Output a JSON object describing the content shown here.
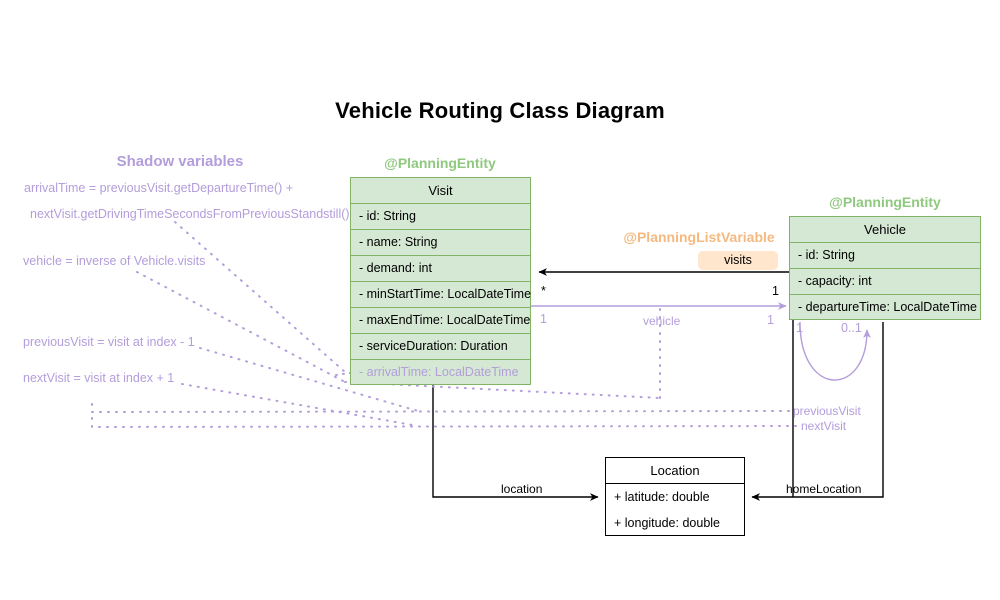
{
  "title": "Vehicle Routing Class Diagram",
  "sections": {
    "shadow_variables_heading": "Shadow variables",
    "planning_entity_visit": "@PlanningEntity",
    "planning_entity_vehicle": "@PlanningEntity",
    "planning_list_variable": "@PlanningListVariable"
  },
  "badges": {
    "visits": "visits"
  },
  "classes": {
    "visit": {
      "name": "Visit",
      "attributes": [
        {
          "text": "- id: String",
          "shadow": false
        },
        {
          "text": "- name: String",
          "shadow": false
        },
        {
          "text": "- demand: int",
          "shadow": false
        },
        {
          "text": "- minStartTime: LocalDateTime",
          "shadow": false
        },
        {
          "text": "- maxEndTime: LocalDateTime",
          "shadow": false
        },
        {
          "text": "- serviceDuration: Duration",
          "shadow": false
        },
        {
          "text": "- arrivalTime: LocalDateTime",
          "shadow": true
        }
      ]
    },
    "vehicle": {
      "name": "Vehicle",
      "attributes": [
        {
          "text": "- id: String",
          "shadow": false
        },
        {
          "text": "- capacity: int",
          "shadow": false
        },
        {
          "text": "- departureTime: LocalDateTime",
          "shadow": false
        }
      ]
    },
    "location": {
      "name": "Location",
      "attributes": [
        {
          "text": "+ latitude: double",
          "shadow": false
        },
        {
          "text": "+ longitude: double",
          "shadow": false
        }
      ]
    }
  },
  "shadow_notes": [
    "arrivalTime = previousVisit.getDepartureTime() +",
    "nextVisit.getDrivingTimeSecondsFromPreviousStandstill()",
    "vehicle = inverse of Vehicle.visits",
    "previousVisit = visit at index - 1",
    "nextVisit = visit at index + 1"
  ],
  "edge_labels": {
    "visits_mult_visit_side": "*",
    "visits_mult_vehicle_side": "1",
    "vehicle_role": "vehicle",
    "vehicle_mult_visit_side": "1",
    "vehicle_mult_vehicle_side": "1",
    "self_loop_mult_left": "1",
    "self_loop_mult_right": "0..1",
    "previous_visit": "previousVisit",
    "next_visit": "nextVisit",
    "location": "location",
    "home_location": "homeLocation"
  },
  "colors": {
    "entity_fill": "#d5e8d4",
    "entity_stroke": "#82b366",
    "stereotype_green": "#8fc97f",
    "stereotype_orange": "#f5b97f",
    "badge_fill": "#ffe6cc",
    "shadow_purple": "#b39ddb",
    "plain_stroke": "#000000"
  }
}
